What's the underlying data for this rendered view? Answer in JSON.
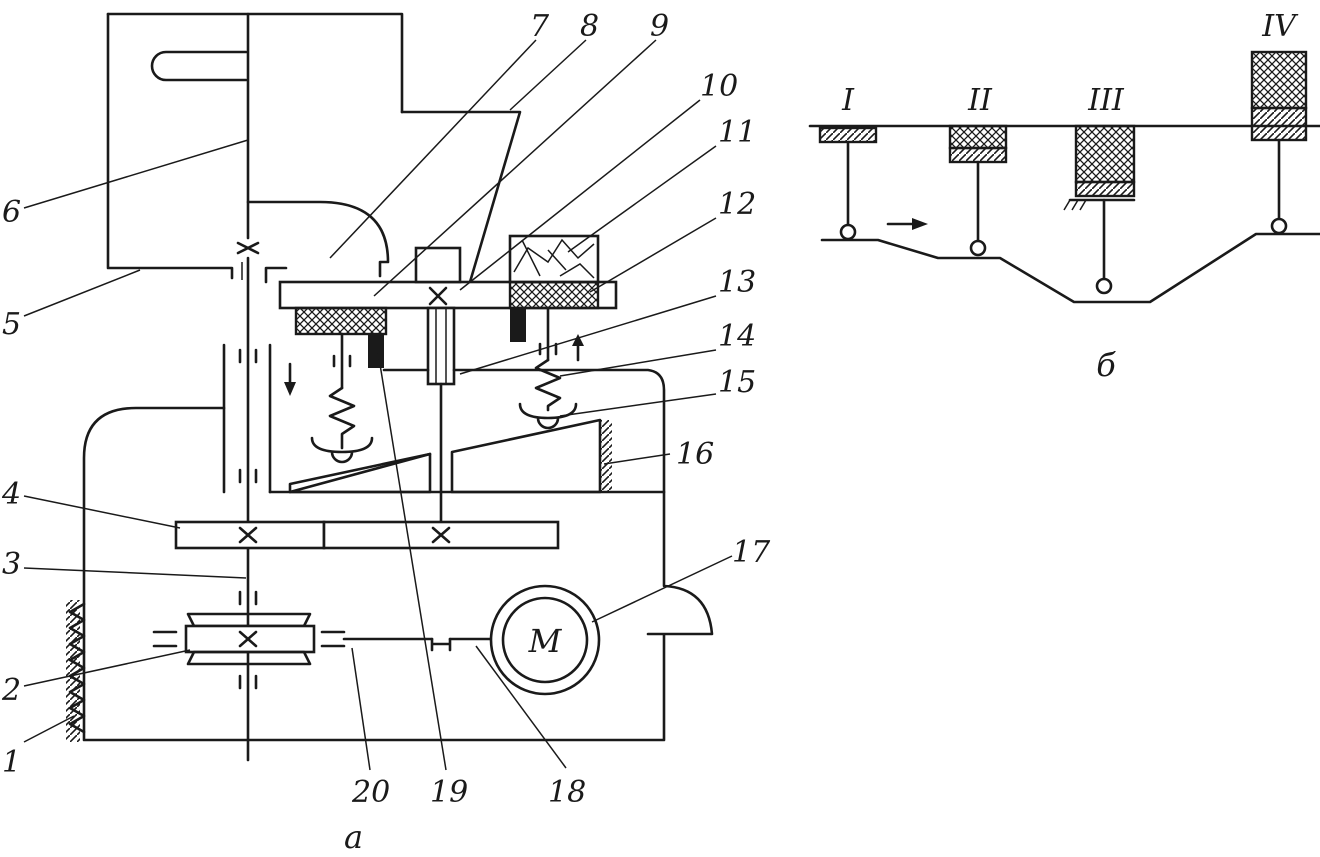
{
  "figure_a": {
    "callouts": [
      "1",
      "2",
      "3",
      "4",
      "5",
      "6",
      "7",
      "8",
      "9",
      "10",
      "11",
      "12",
      "13",
      "14",
      "15",
      "16",
      "17",
      "18",
      "19",
      "20"
    ],
    "motor_label": "M",
    "caption": "а"
  },
  "figure_b": {
    "positions": [
      "I",
      "II",
      "III",
      "IV"
    ],
    "caption": "б"
  },
  "colors": {
    "ink": "#1a1a1a",
    "background": "#ffffff"
  }
}
